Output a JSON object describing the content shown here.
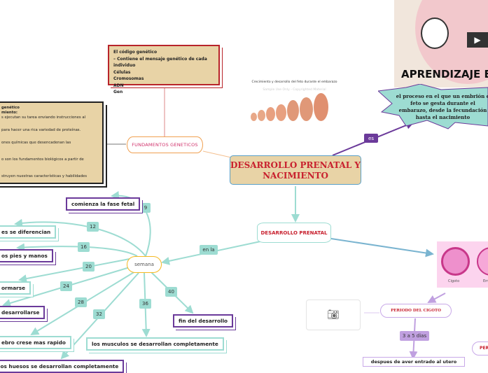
{
  "central": {
    "title": "DESARROLLO PRENATAL Y NACIMIENTO"
  },
  "genetics": {
    "label": "FUNDAMENTOS GENETICOS",
    "note1": [
      "El código genético",
      "– Contiene el mensaje genético de cada individuo",
      " Células",
      " Cromosomas",
      " ADN",
      " Gen"
    ],
    "note2": [
      "genético",
      "miento:",
      "s ejecutan su tarea enviando instrucciones al",
      "para hacer una rica variedad de proteínas.",
      "ones químicas que desencadenan las",
      "o son los fundamentos biológicos a partir de",
      "struyen nuestras características y habilidades"
    ]
  },
  "image": {
    "caption": "Crecimiento y desarrollo del feto durante el embarazo",
    "watermark": "Sample Use Only - Copyrighted Material"
  },
  "video": {
    "title": "APRENDIZAJE EN"
  },
  "definition": {
    "link": "es",
    "text": "el proceso en el que un embrión o feto se gesta durante el embarazo, desde la fecundación hasta el nacimiento"
  },
  "prenatal": {
    "label": "DESARROLLO PRENATAL",
    "link": "en la"
  },
  "week": {
    "label": "semana",
    "items": [
      {
        "n": "9",
        "text": "comienza la fase fetal"
      },
      {
        "n": "12",
        "text": "es se diferencian"
      },
      {
        "n": "16",
        "text": "os pies y manos"
      },
      {
        "n": "20",
        "text": "ormarse"
      },
      {
        "n": "24",
        "text": "desarrollarse"
      },
      {
        "n": "28",
        "text": "ebro crese mas rapido"
      },
      {
        "n": "32",
        "text": "los huesos se desarrollan completamente"
      },
      {
        "n": "36",
        "text": "los musculos se desarrollan completamente"
      },
      {
        "n": "40",
        "text": "fin del desarrollo"
      }
    ]
  },
  "stages": {
    "cigoto": "Cigoto",
    "embrion": "Em"
  },
  "zygote": {
    "label": "PERIODO DEL CIGOTO",
    "link": "3 a 5 dias",
    "next": "despues de aver entrado al utero",
    "other": "PER"
  },
  "colors": {
    "teal": "#9ddcd2",
    "purple": "#6b3a9a",
    "red": "#c8202e",
    "tan": "#e8d3a6"
  }
}
